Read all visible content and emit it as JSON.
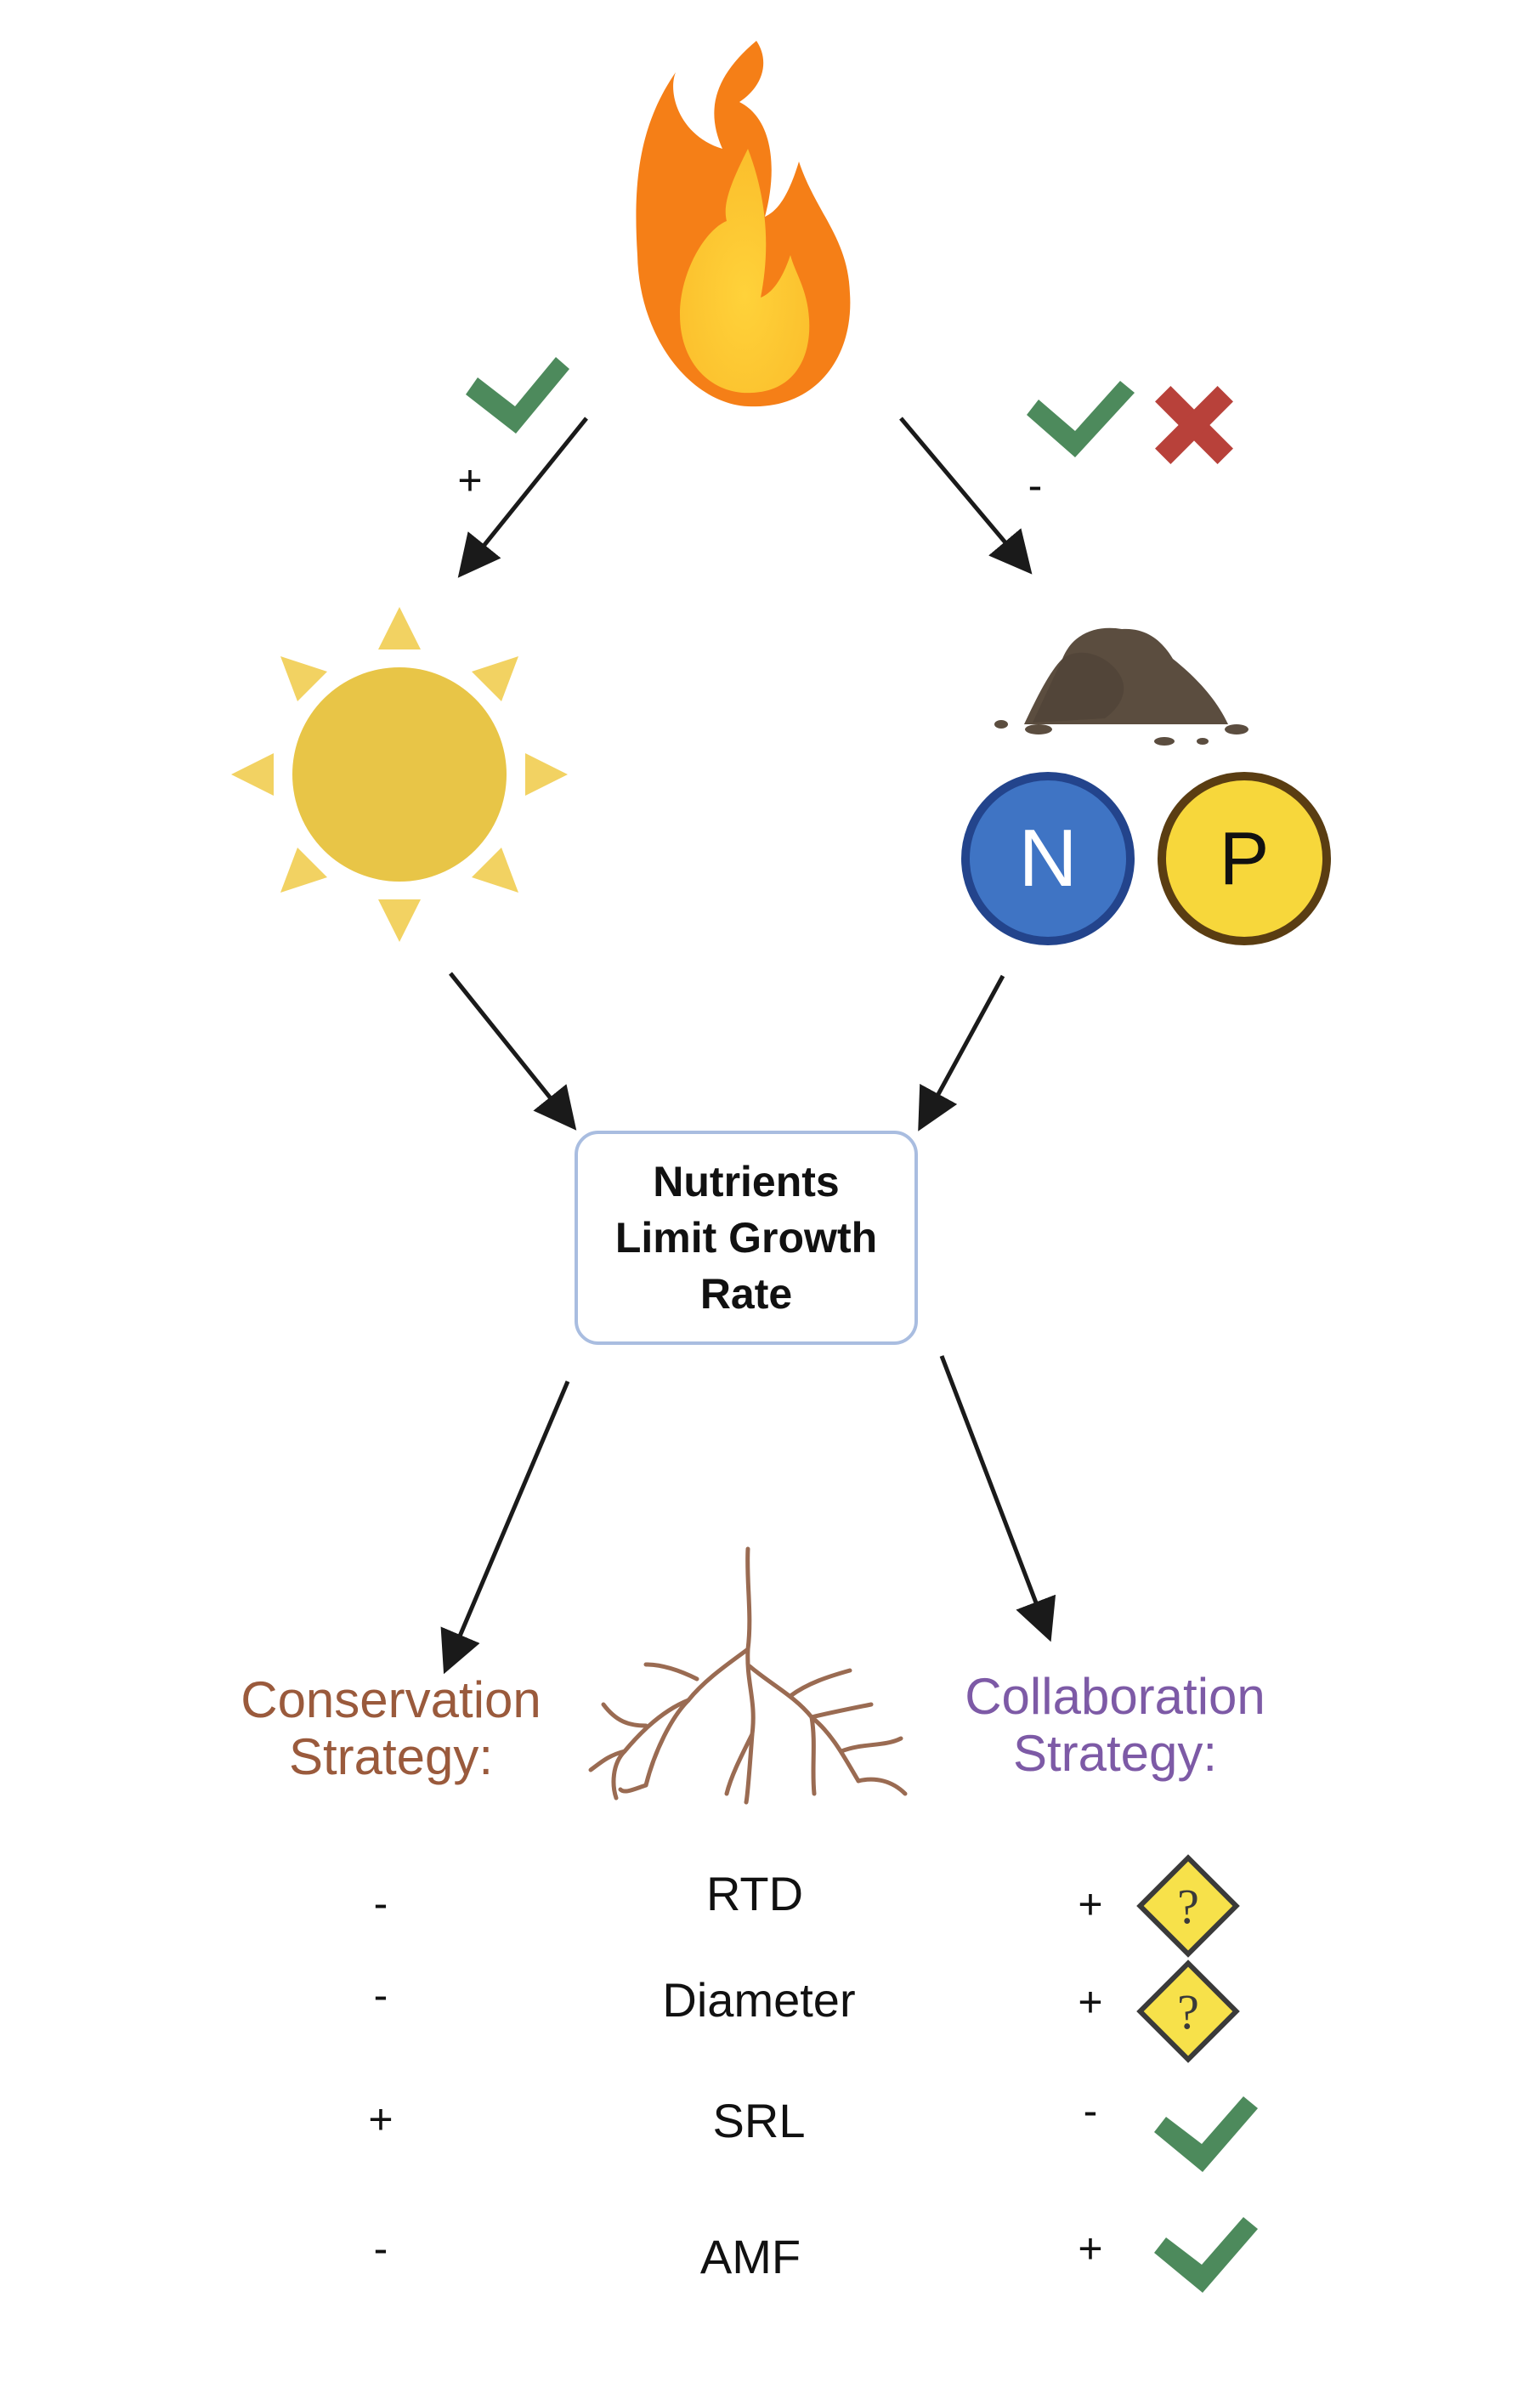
{
  "center_box": {
    "line1": "Nutrients",
    "line2": "Limit Growth",
    "line3": "Rate"
  },
  "fire_to_sun": {
    "sign": "+",
    "icon": "checkmark-icon"
  },
  "fire_to_soil": {
    "sign": "-",
    "icons": [
      "checkmark-icon",
      "cross-icon"
    ]
  },
  "nutrients": {
    "n_label": "N",
    "p_label": "P"
  },
  "conservation": {
    "line1": "Conservation",
    "line2": "Strategy:",
    "color": "#9a5a3c"
  },
  "collaboration": {
    "line1": "Collaboration",
    "line2": "Strategy:",
    "color": "#7d5aa6"
  },
  "traits": [
    {
      "name": "RTD",
      "conservation_sign": "-",
      "collaboration_sign": "+",
      "evidence_icon": "question-warning-icon"
    },
    {
      "name": "Diameter",
      "conservation_sign": "-",
      "collaboration_sign": "+",
      "evidence_icon": "question-warning-icon"
    },
    {
      "name": "SRL",
      "conservation_sign": "+",
      "collaboration_sign": "-",
      "evidence_icon": "checkmark-icon"
    },
    {
      "name": "AMF",
      "conservation_sign": "-",
      "collaboration_sign": "+",
      "evidence_icon": "checkmark-icon"
    }
  ],
  "colors": {
    "check": "#4d8a5c",
    "cross": "#b8413a",
    "sun": "#e8c547",
    "sun_rays": "#f2d262",
    "n_fill": "#3f74c4",
    "p_fill": "#f7d73b",
    "box_border": "#a9bde0"
  }
}
